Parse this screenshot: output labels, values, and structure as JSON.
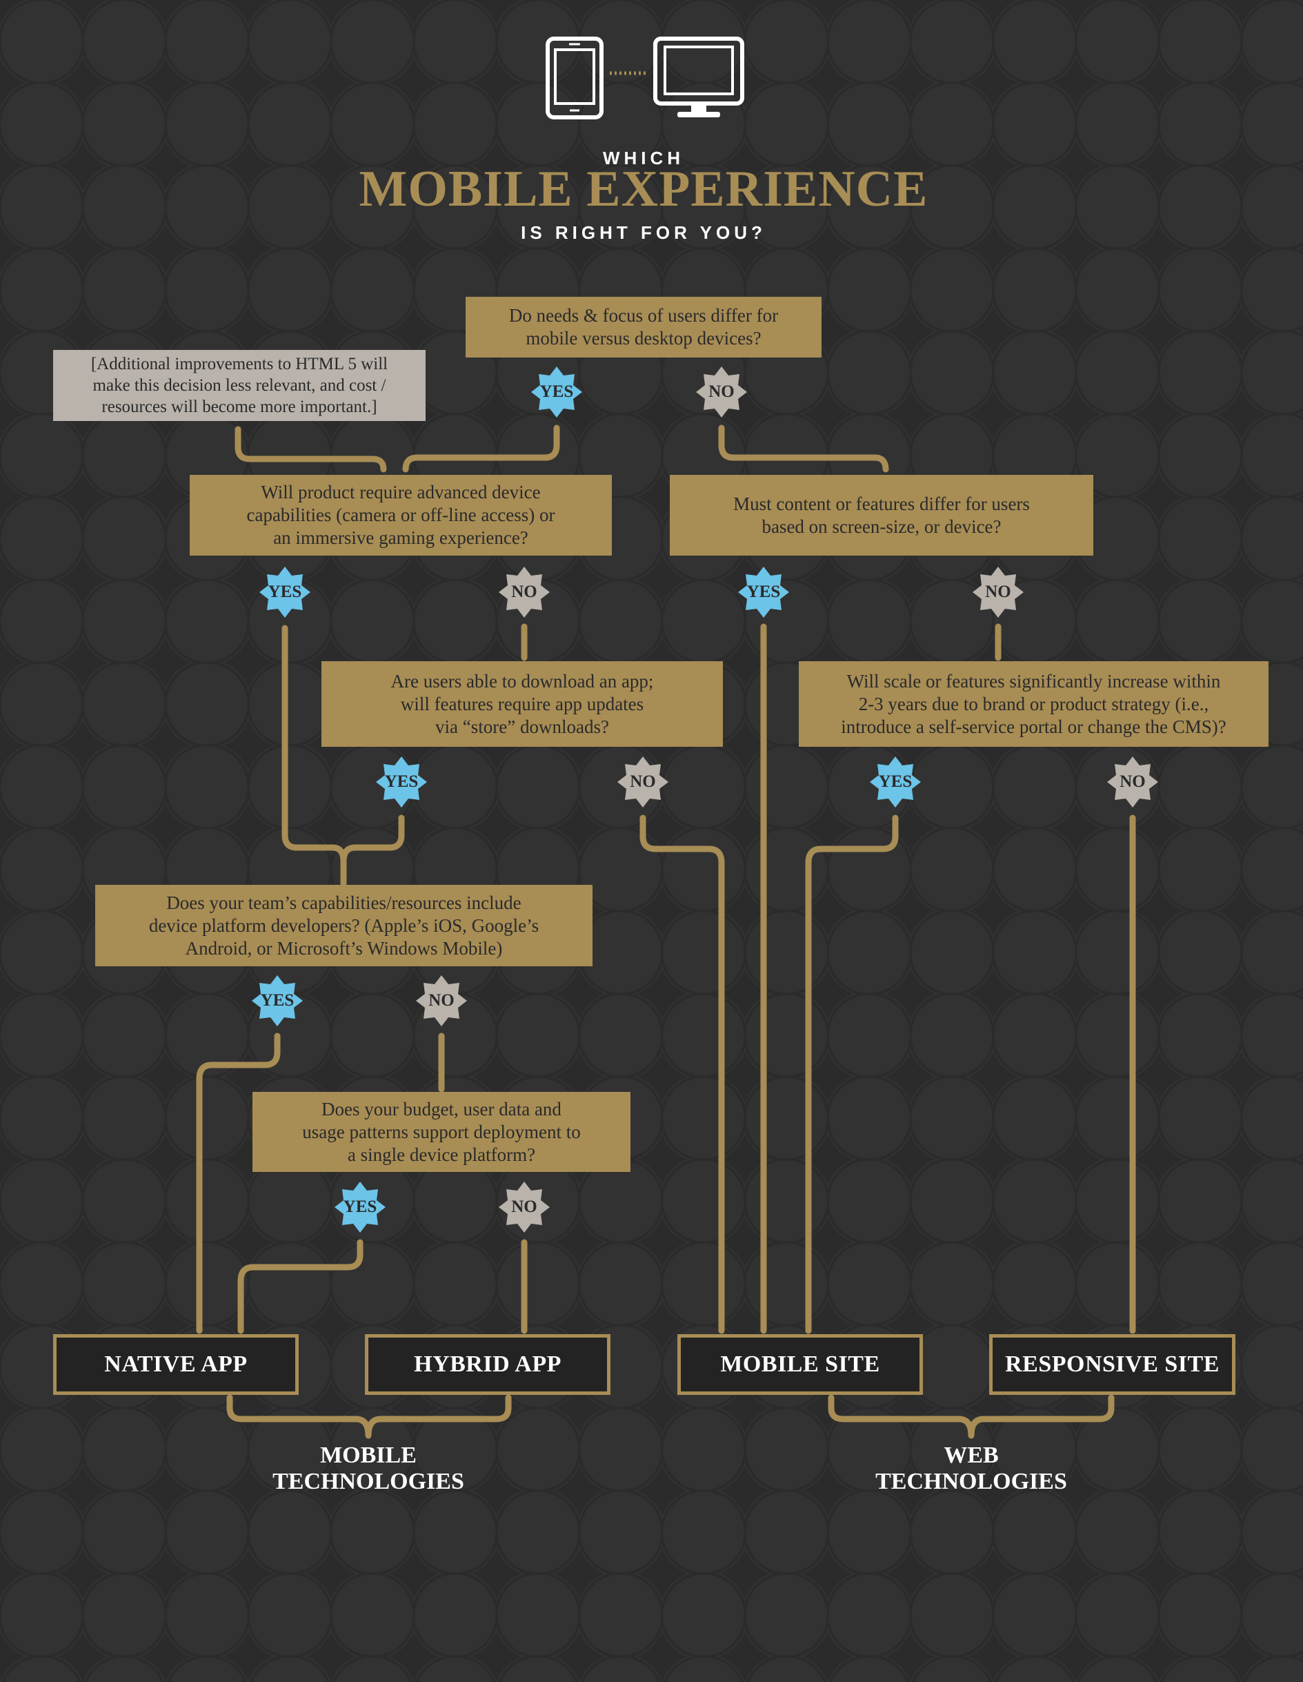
{
  "header": {
    "line1": "WHICH",
    "line2": "MOBILE EXPERIENCE",
    "line3": "IS RIGHT FOR YOU?",
    "icons": [
      "tablet-icon",
      "desktop-monitor-icon"
    ]
  },
  "colors": {
    "background": "#2b2b2b",
    "gold": "#a88d55",
    "yes_badge": "#6cc4e8",
    "no_badge": "#b9b3ac",
    "note_box": "#b9b3ac"
  },
  "note": "[Additional improvements to HTML 5 will\nmake this decision less relevant, and cost /\nresources will become more important.]",
  "questions": {
    "q1": "Do needs & focus of users differ for\nmobile versus desktop devices?",
    "q2": "Will product require advanced device\ncapabilities (camera or off-line access) or\nan immersive gaming experience?",
    "q3": "Must content or features differ for users\nbased on screen-size, or device?",
    "q4": "Are users able to download an app;\nwill features require app updates\nvia “store” downloads?",
    "q5": "Will scale or features significantly increase within\n2-3 years due to brand or product strategy (i.e.,\nintroduce a self-service portal or change the CMS)?",
    "q6": "Does your team’s capabilities/resources include\ndevice platform developers? (Apple’s iOS, Google’s\nAndroid, or Microsoft’s Windows Mobile)",
    "q7": "Does your budget, user data and\nusage patterns support deployment to\na single device platform?"
  },
  "answers": {
    "yes": "YES",
    "no": "NO"
  },
  "outcomes": {
    "native_app": "NATIVE APP",
    "hybrid_app": "HYBRID APP",
    "mobile_site": "MOBILE SITE",
    "responsive_site": "RESPONSIVE SITE"
  },
  "groups": {
    "mobile": "MOBILE\nTECHNOLOGIES",
    "web": "WEB\nTECHNOLOGIES"
  }
}
